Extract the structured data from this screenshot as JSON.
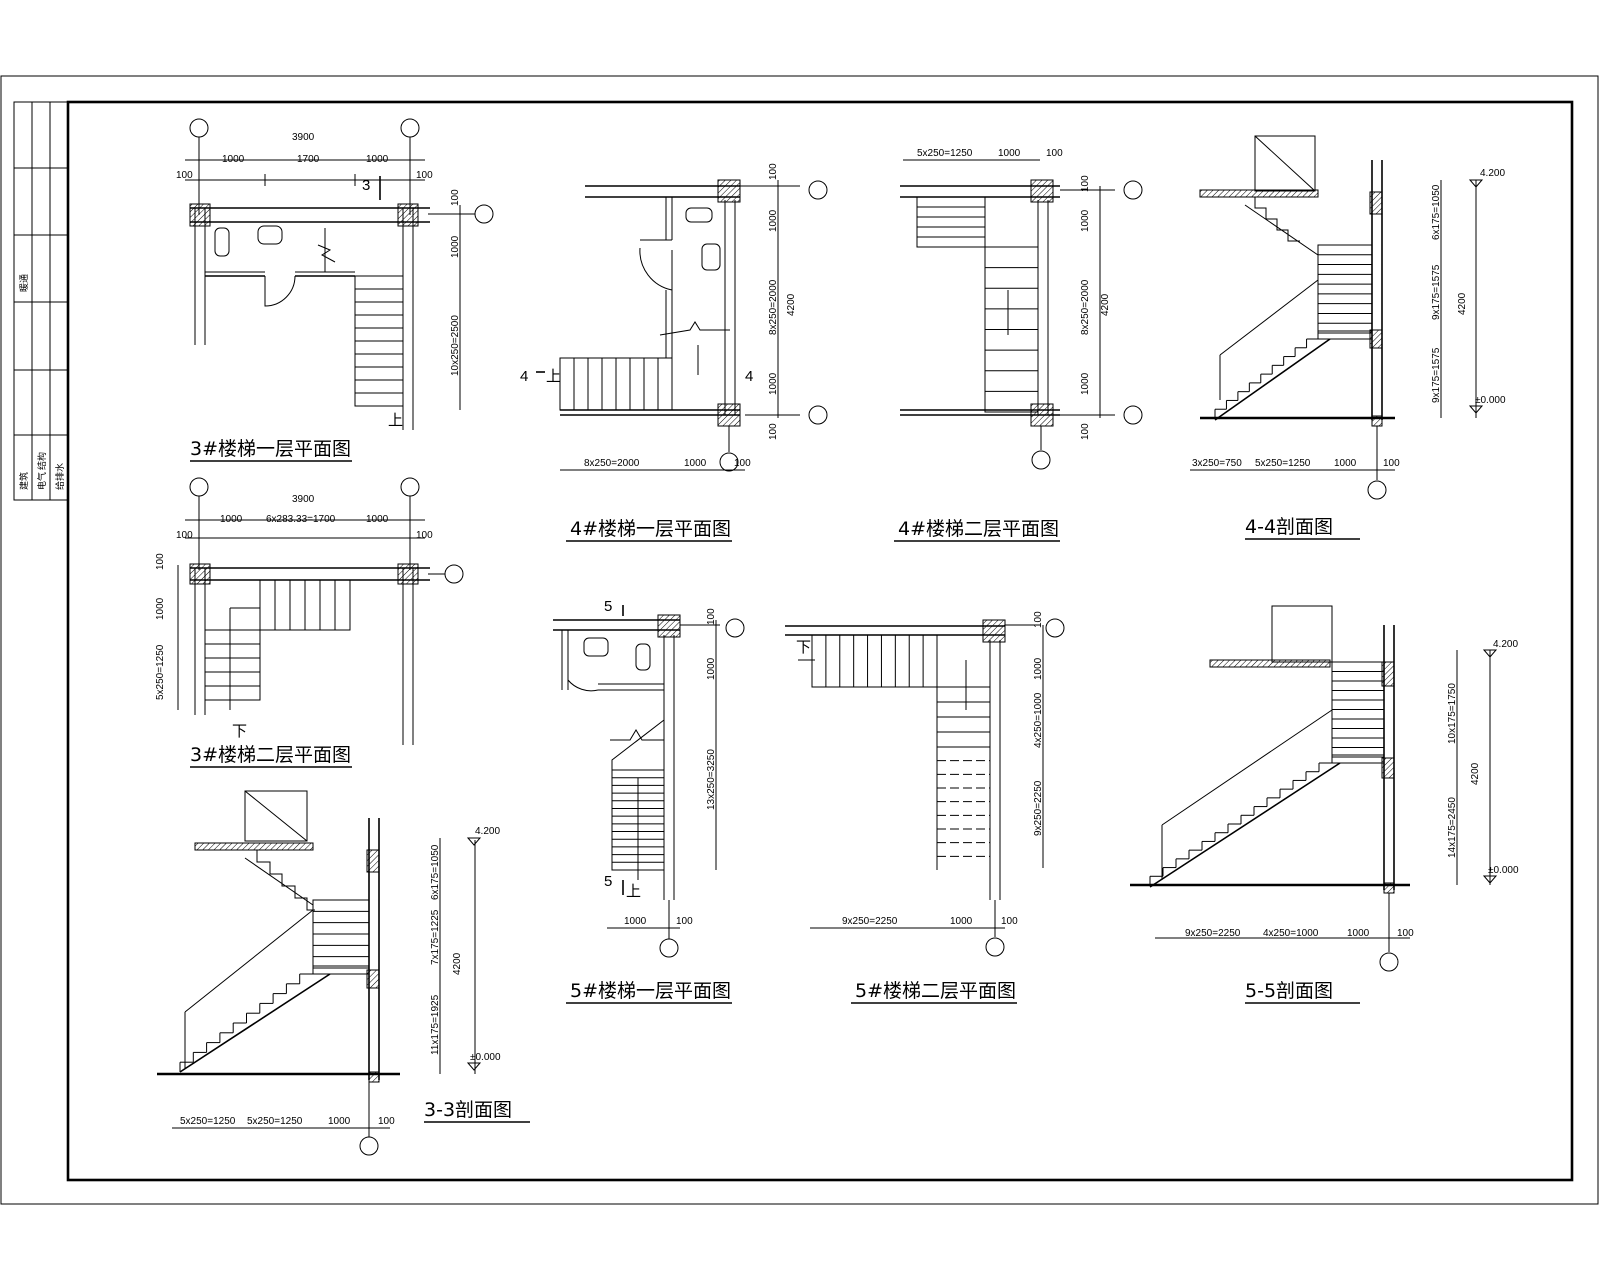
{
  "title_block": {
    "text_1": "暖通",
    "text_2": "建筑",
    "text_3": "结构",
    "text_4": "电气",
    "text_5": "给排水"
  },
  "drawings": {
    "stair3_floor1": {
      "title": "3#楼梯一层平面图",
      "scale": "1:50",
      "dims": {
        "total": "3900",
        "a": "1000",
        "b": "1700",
        "c": "1000",
        "l": "100",
        "r": "100",
        "v1": "100",
        "v2": "1000",
        "v3": "10x250=2500"
      },
      "section_mark": "3",
      "up": "上"
    },
    "stair3_floor2": {
      "title": "3#楼梯二层平面图",
      "scale": "1:50",
      "dims": {
        "total": "3900",
        "a": "1000",
        "b": "6x283.33=1700",
        "c": "1000",
        "l": "100",
        "r": "100",
        "v1": "100",
        "v2": "1000",
        "v3": "5x250=1250"
      },
      "down": "下"
    },
    "section3": {
      "title": "3-3剖面图",
      "scale": "1:50",
      "levels": {
        "top": "4.200",
        "bottom": "±0.000"
      },
      "dims": {
        "v1": "6x175=1050",
        "v2": "7x175=1225",
        "v3": "11x175=1925",
        "total": "4200",
        "h1": "5x250=1250",
        "h2": "5x250=1250",
        "h3": "1000",
        "h4": "100"
      }
    },
    "stair4_floor1": {
      "title": "4#楼梯一层平面图",
      "scale": "1:50",
      "dims": {
        "v0": "100",
        "v1": "1000",
        "v2": "8x250=2000",
        "v3": "1000",
        "v4": "100",
        "total": "4200",
        "h1": "8x250=2000",
        "h2": "1000",
        "h3": "100"
      },
      "section_mark": "4",
      "up": "上"
    },
    "stair4_floor2": {
      "title": "4#楼梯二层平面图",
      "scale": "1:50",
      "dims": {
        "t1": "5x250=1250",
        "t2": "1000",
        "t3": "100",
        "v1": "100",
        "v2": "1000",
        "v3": "8x250=2000",
        "v4": "1000",
        "v5": "100",
        "total": "4200"
      }
    },
    "section4": {
      "title": "4-4剖面图",
      "scale": "1:50",
      "levels": {
        "top": "4.200",
        "bottom": "±0.000"
      },
      "dims": {
        "v1": "6x175=1050",
        "v2": "9x175=1575",
        "v3": "9x175=1575",
        "total": "4200",
        "h1": "3x250=750",
        "h2": "5x250=1250",
        "h3": "1000",
        "h4": "100"
      }
    },
    "stair5_floor1": {
      "title": "5#楼梯一层平面图",
      "scale": "1:50",
      "dims": {
        "v1": "100",
        "v2": "1000",
        "v3": "13x250=3250",
        "h1": "1000",
        "h2": "100"
      },
      "section_mark": "5",
      "up": "上"
    },
    "stair5_floor2": {
      "title": "5#楼梯二层平面图",
      "scale": "1:50",
      "dims": {
        "v1": "100",
        "v2": "1000",
        "v3": "4x250=1000",
        "v4": "9x250=2250",
        "h1": "9x250=2250",
        "h2": "1000",
        "h3": "100"
      },
      "down": "下"
    },
    "section5": {
      "title": "5-5剖面图",
      "scale": "1:50",
      "levels": {
        "top": "4.200",
        "bottom": "±0.000"
      },
      "dims": {
        "v1": "10x175=1750",
        "v2": "14x175=2450",
        "total": "4200",
        "h1": "9x250=2250",
        "h2": "4x250=1000",
        "h3": "1000",
        "h4": "100"
      }
    }
  }
}
